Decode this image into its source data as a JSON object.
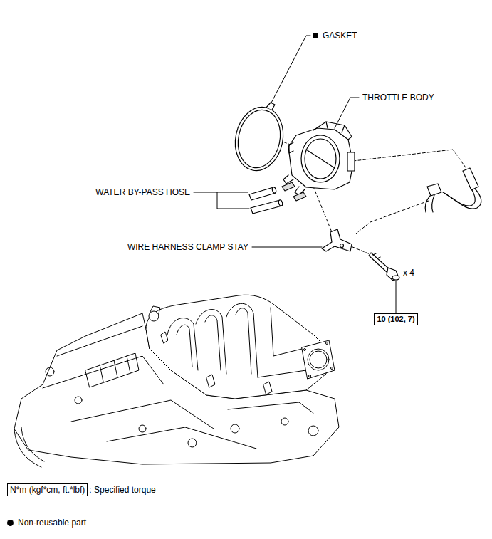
{
  "diagram": {
    "nodes": [
      {
        "text": [
          "10 (102, 7)"
        ]
      },
      {
        "text": [
          "N*m (kgf*cm, ft.*lbf)"
        ]
      }
    ],
    "labels": [
      "GASKET",
      "THROTTLE BODY",
      "WATER BY-PASS HOSE",
      "WIRE HARNESS CLAMP STAY",
      "x 4",
      ": Specified torque"
    ],
    "legend": [
      {
        "text": "Non-reusable part"
      }
    ]
  }
}
